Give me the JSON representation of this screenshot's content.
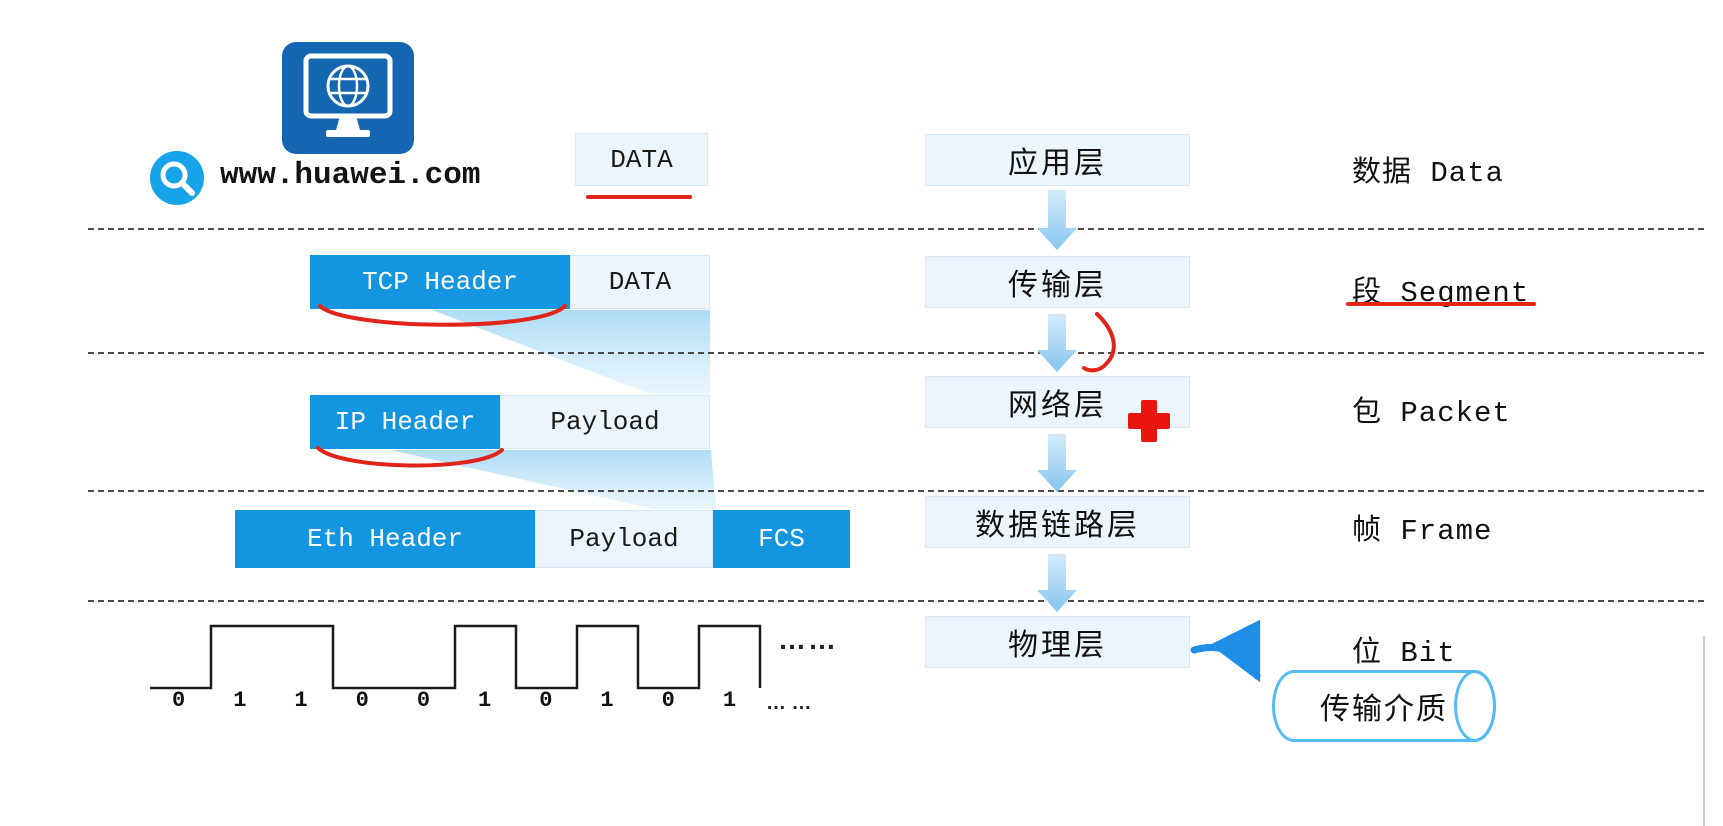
{
  "title": "Network protocol data encapsulation diagram",
  "colors": {
    "primary_blue": "#1495e0",
    "icon_blue": "#1566b0",
    "search_blue": "#17a3ea",
    "light_box_bg": "#ecf5fc",
    "light_box_border": "#d6e9f6",
    "annotation_red": "#e0241a",
    "arrow_light_blue": "#85c6f1",
    "cylinder_blue": "#55bbf3",
    "medium_arrow_blue": "#1e8ee6"
  },
  "source": {
    "url": "www.huawei.com",
    "icons": [
      "computer-globe-icon",
      "search-icon"
    ]
  },
  "encapsulation": {
    "application_data": "DATA",
    "tcp": {
      "header": "TCP Header",
      "payload": "DATA"
    },
    "ip": {
      "header": "IP Header",
      "payload": "Payload"
    },
    "eth": {
      "header": "Eth Header",
      "payload": "Payload",
      "fcs": "FCS"
    }
  },
  "waveform": {
    "bits": [
      "0",
      "1",
      "1",
      "0",
      "0",
      "1",
      "0",
      "1",
      "0",
      "1"
    ],
    "ellipsis_after_wave": "……",
    "ellipsis_after_bits": "… …"
  },
  "layers": [
    {
      "id": "application",
      "label": "应用层",
      "pdu": "数据 Data"
    },
    {
      "id": "transport",
      "label": "传输层",
      "pdu": "段 Segment"
    },
    {
      "id": "network",
      "label": "网络层",
      "pdu": "包 Packet"
    },
    {
      "id": "datalink",
      "label": "数据链路层",
      "pdu": "帧 Frame"
    },
    {
      "id": "physical",
      "label": "物理层",
      "pdu": "位 Bit"
    }
  ],
  "medium": {
    "label": "传输介质"
  }
}
